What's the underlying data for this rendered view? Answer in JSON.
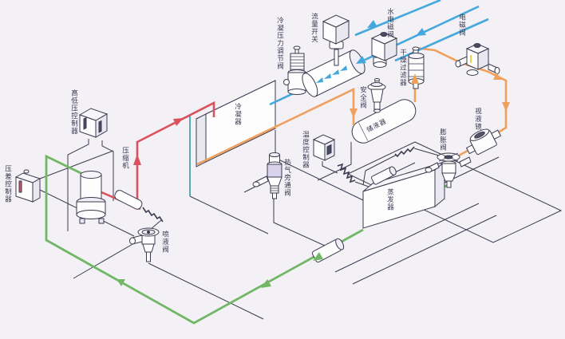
{
  "labels": {
    "high_low_pressure_controller": "高低压控制器",
    "pressure_differential_controller": "压差控制器",
    "compressor": "压缩机",
    "liquid_injection_valve": "喷液阀",
    "condenser": "冷凝器",
    "condensing_pressure_regulating_valve": "冷凝压力调节阀",
    "flow_switch": "流量开关",
    "water_solenoid_valve": "水电磁阀",
    "filter_drier": "干燥过滤器",
    "solenoid_valve": "电磁阀",
    "safety_valve": "安全阀",
    "liquid_receiver": "储液器",
    "temperature_controller": "温度控制器",
    "hot_gas_bypass_valve": "热气旁通阀",
    "evaporator": "蒸发器",
    "expansion_valve": "膨胀阀",
    "sight_glass": "视液镜"
  },
  "colors": {
    "discharge_line": "#d9525e",
    "liquid_line": "#efa05c",
    "water_line": "#45a8dd",
    "suction_line": "#72b766",
    "tap_line": "#2f9d9a",
    "frame_line": "#3b3b4f",
    "background": "#f3f1f6"
  }
}
